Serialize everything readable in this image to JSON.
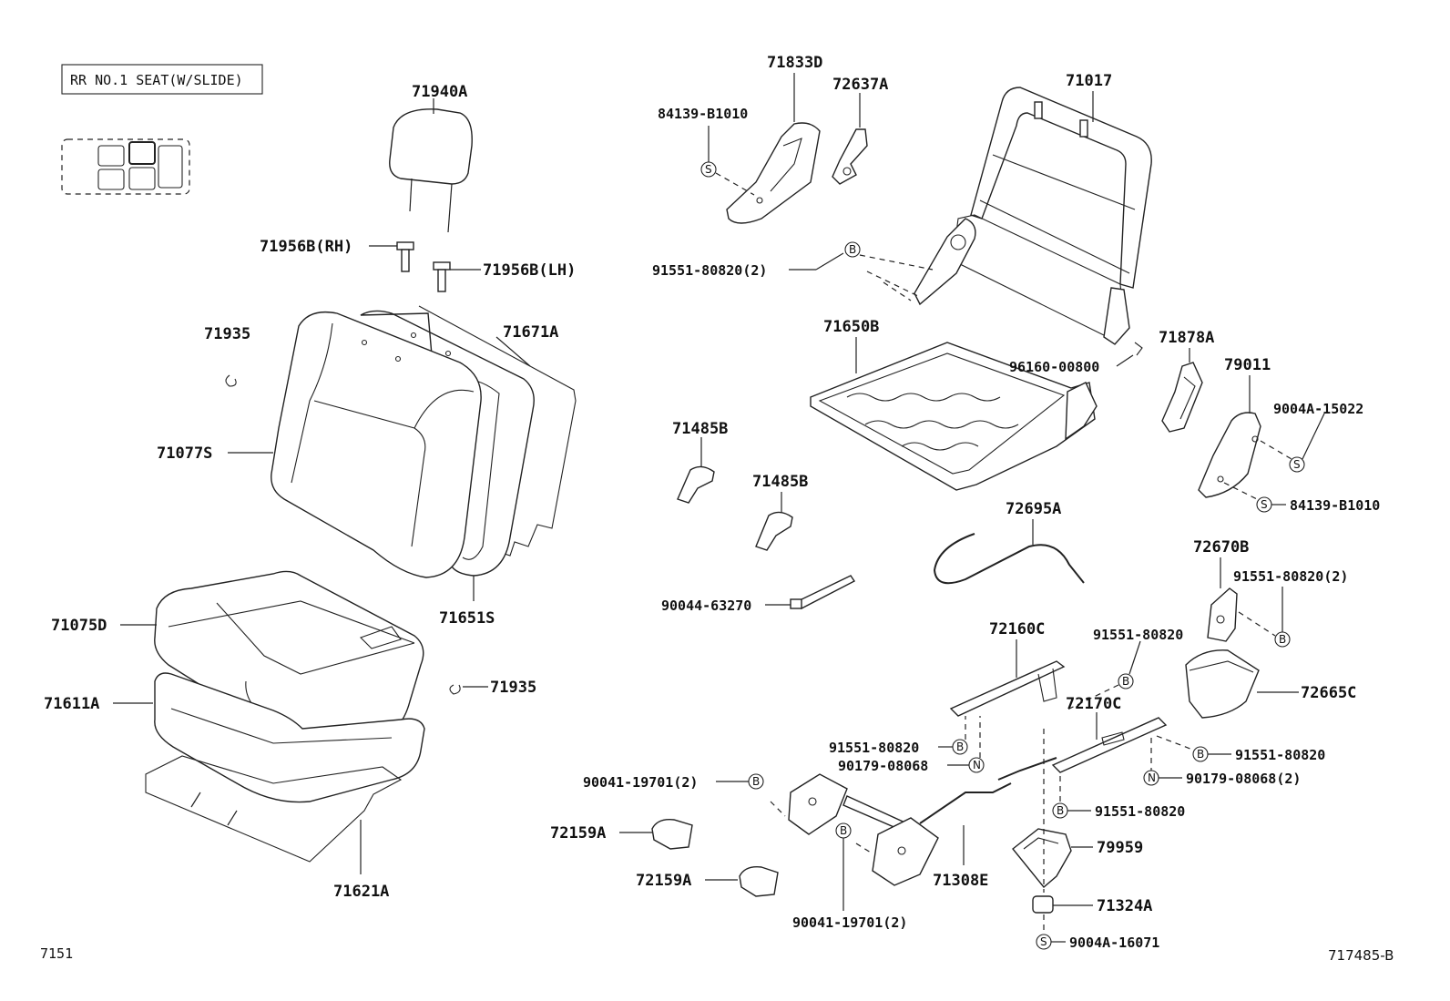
{
  "title_box": "RR NO.1 SEAT(W/SLIDE)",
  "corner_left": "7151",
  "corner_right": "717485-B",
  "symbols": {
    "s": "S",
    "b": "B",
    "n": "N"
  },
  "labels": {
    "p71940A": "71940A",
    "p71956B_rh": "71956B(RH)",
    "p71956B_lh": "71956B(LH)",
    "p71935_a": "71935",
    "p71671A": "71671A",
    "p71077S": "71077S",
    "p71651S": "71651S",
    "p71075D": "71075D",
    "p71611A": "71611A",
    "p71935_b": "71935",
    "p71621A": "71621A",
    "p71833D": "71833D",
    "p84139_a": "84139-B1010",
    "p72637A": "72637A",
    "p71017": "71017",
    "p91551_a": "91551-80820(2)",
    "p71650B": "71650B",
    "p96160": "96160-00800",
    "p71878A": "71878A",
    "p79011": "79011",
    "p9004A_15022": "9004A-15022",
    "p84139_b": "84139-B1010",
    "p71485B_a": "71485B",
    "p71485B_b": "71485B",
    "p90044": "90044-63270",
    "p72695A": "72695A",
    "p72670B": "72670B",
    "p91551_b": "91551-80820(2)",
    "p91551_c": "91551-80820",
    "p72160C": "72160C",
    "p72665C": "72665C",
    "p72170C": "72170C",
    "p91551_d": "91551-80820",
    "p90179_a": "90179-08068",
    "p91551_e": "91551-80820",
    "p90179_b": "90179-08068(2)",
    "p90041_a": "90041-19701(2)",
    "p91551_f": "91551-80820",
    "p72159A_a": "72159A",
    "p79959": "79959",
    "p71308E": "71308E",
    "p72159A_b": "72159A",
    "p71324A": "71324A",
    "p90041_b": "90041-19701(2)",
    "p9004A_16071": "9004A-16071"
  }
}
